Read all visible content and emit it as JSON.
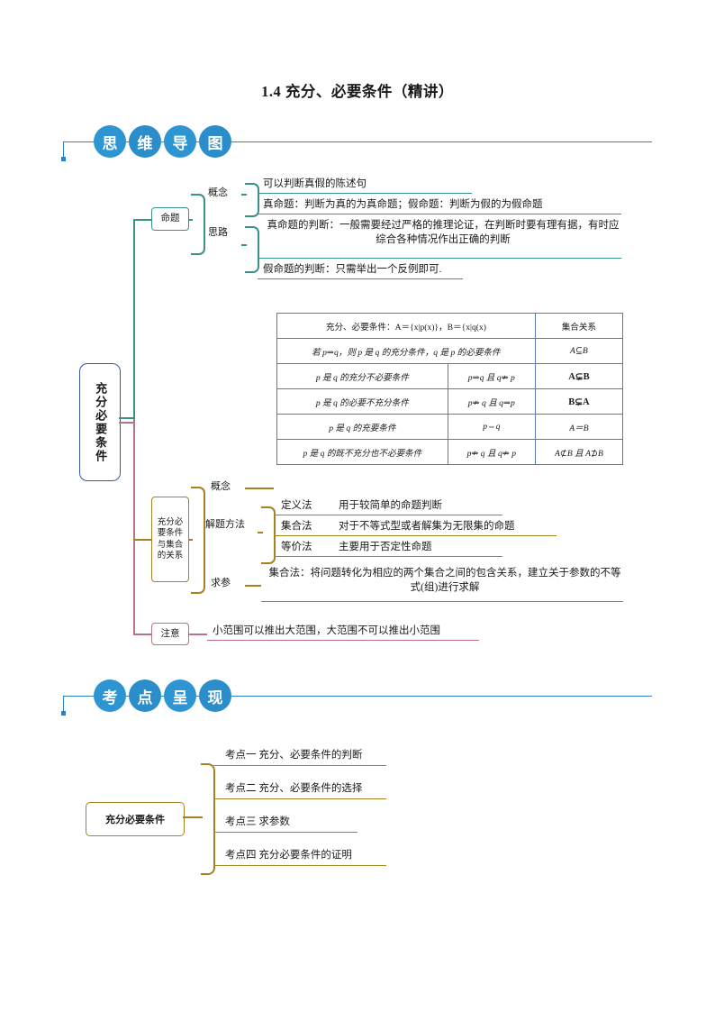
{
  "doc": {
    "title": "1.4 充分、必要条件（精讲）"
  },
  "sections": [
    {
      "name": "mind-map",
      "bubbles": [
        "思",
        "维",
        "导",
        "图"
      ]
    },
    {
      "name": "exam-points",
      "bubbles": [
        "考",
        "点",
        "呈",
        "现"
      ]
    }
  ],
  "mindmap": {
    "root": "充分必要条件",
    "branch1": {
      "label": "命题",
      "sub": [
        {
          "label": "概念"
        },
        {
          "label": "思路"
        }
      ],
      "lines": [
        "可以判断真假的陈述句",
        "真命题：判断为真的为真命题；假命题：判断为假的为假命题",
        "真命题的判断：一般需要经过严格的推理论证，在判断时要有理有据，有时应综合各种情况作出正确的判断",
        "假命题的判断：只需举出一个反例即可."
      ]
    },
    "branch2": {
      "label": "充分必要条件与集合的关系",
      "sub": [
        {
          "label": "概念"
        },
        {
          "label": "解题方法"
        },
        {
          "label": "求参"
        }
      ],
      "methods": [
        {
          "name": "定义法",
          "desc": "用于较简单的命题判断"
        },
        {
          "name": "集合法",
          "desc": "对于不等式型或者解集为无限集的命题"
        },
        {
          "name": "等价法",
          "desc": "主要用于否定性命题"
        }
      ],
      "qiucan": "集合法：将问题转化为相应的两个集合之间的包含关系，建立关于参数的不等式(组)进行求解"
    },
    "branch3": {
      "label": "注意",
      "text": "小范围可以推出大范围，大范围不可以推出小范围"
    }
  },
  "table": {
    "header": {
      "left": "充分、必要条件：A＝{x|p(x)}，B＝{x|q(x)",
      "right": "集合关系"
    },
    "rows": [
      {
        "c1": "若 p⇒q，则 p 是 q 的充分条件，q 是 p 的必要条件",
        "c2": "",
        "c3": "A⊆B",
        "span": true
      },
      {
        "c1": "p 是 q 的充分不必要条件",
        "c2": "p⇒q 且 q⇏ p",
        "c3": "A⊊B",
        "span": false
      },
      {
        "c1": "p 是 q 的必要不充分条件",
        "c2": "p⇏ q 且 q⇒p",
        "c3": "B⊊A",
        "span": false
      },
      {
        "c1": "p 是 q 的充要条件",
        "c2": "p⇔q",
        "c3": "A＝B",
        "span": false
      },
      {
        "c1": "p 是 q 的既不充分也不必要条件",
        "c2": "p⇏ q 且 q⇏ p",
        "c3": "A⊄B 且 A⊅B",
        "span": false
      }
    ]
  },
  "exam": {
    "root": "充分必要条件",
    "points": [
      "考点一  充分、必要条件的判断",
      "考点二  充分、必要条件的选择",
      "考点三  求参数",
      "考点四  充分必要条件的证明"
    ]
  },
  "colors": {
    "blue": "#2e95d3",
    "teal": "#3a9188",
    "gold": "#a8801f",
    "rose": "#b9727f",
    "root_border": "#3b54b0",
    "table_border": "#5a7ba6"
  }
}
